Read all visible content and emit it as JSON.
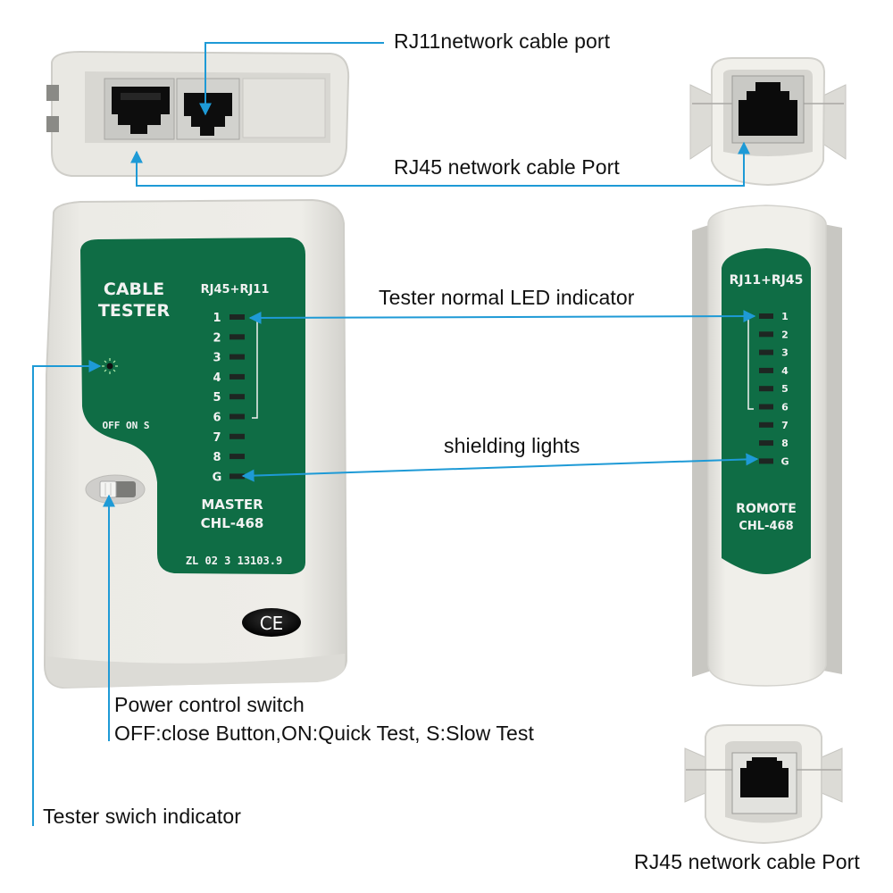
{
  "colors": {
    "accent_line": "#1e9ad6",
    "panel_green": "#0f6d45",
    "body_white": "#ecebe6",
    "led_dark": "#1e2622",
    "callout_text": "#111111"
  },
  "callouts": {
    "rj11_port": "RJ11network cable port",
    "rj45_port_top": "RJ45 network cable Port",
    "led_indicator": "Tester normal LED indicator",
    "shielding": "shielding lights",
    "power_switch_title": "Power control switch",
    "power_switch_desc": "OFF:close Button,ON:Quick Test, S:Slow Test",
    "switch_indicator": "Tester swich indicator",
    "rj45_port_bottom": "RJ45 network cable Port"
  },
  "master": {
    "title_line1": "CABLE",
    "title_line2": "TESTER",
    "port_label": "RJ45+RJ11",
    "switch_label": "OFF ON S",
    "model_line1": "MASTER",
    "model_line2": "CHL-468",
    "serial": "ZL 02 3 13103.9",
    "cert": "CE",
    "leds": [
      "1",
      "2",
      "3",
      "4",
      "5",
      "6",
      "7",
      "8",
      "G"
    ]
  },
  "remote": {
    "port_label": "RJ11+RJ45",
    "model_line1": "ROMOTE",
    "model_line2": "CHL-468",
    "leds": [
      "1",
      "2",
      "3",
      "4",
      "5",
      "6",
      "7",
      "8",
      "G"
    ]
  }
}
